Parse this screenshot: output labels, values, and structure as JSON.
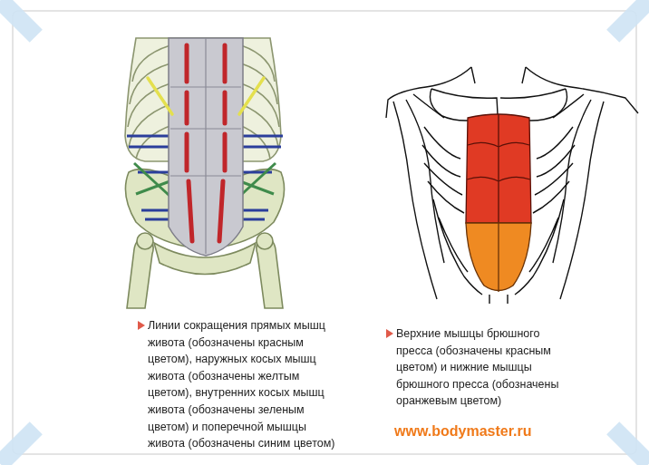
{
  "diagram": {
    "labels": [
      "Линии сокращения прямых мышц живота (обозначены красным цветом), наружных косых мышц живота (обозначены желтым цветом), внутренних косых мышц живота (обозначены зеленым цветом) и поперечной мышцы живота (обозначены синим цветом)",
      "Верхние мышцы брюшного пресса (обозначены красным цветом) и нижние мышцы брюшного пресса (обозначены оранжевым цветом)",
      "www.bodymaster.ru"
    ]
  }
}
